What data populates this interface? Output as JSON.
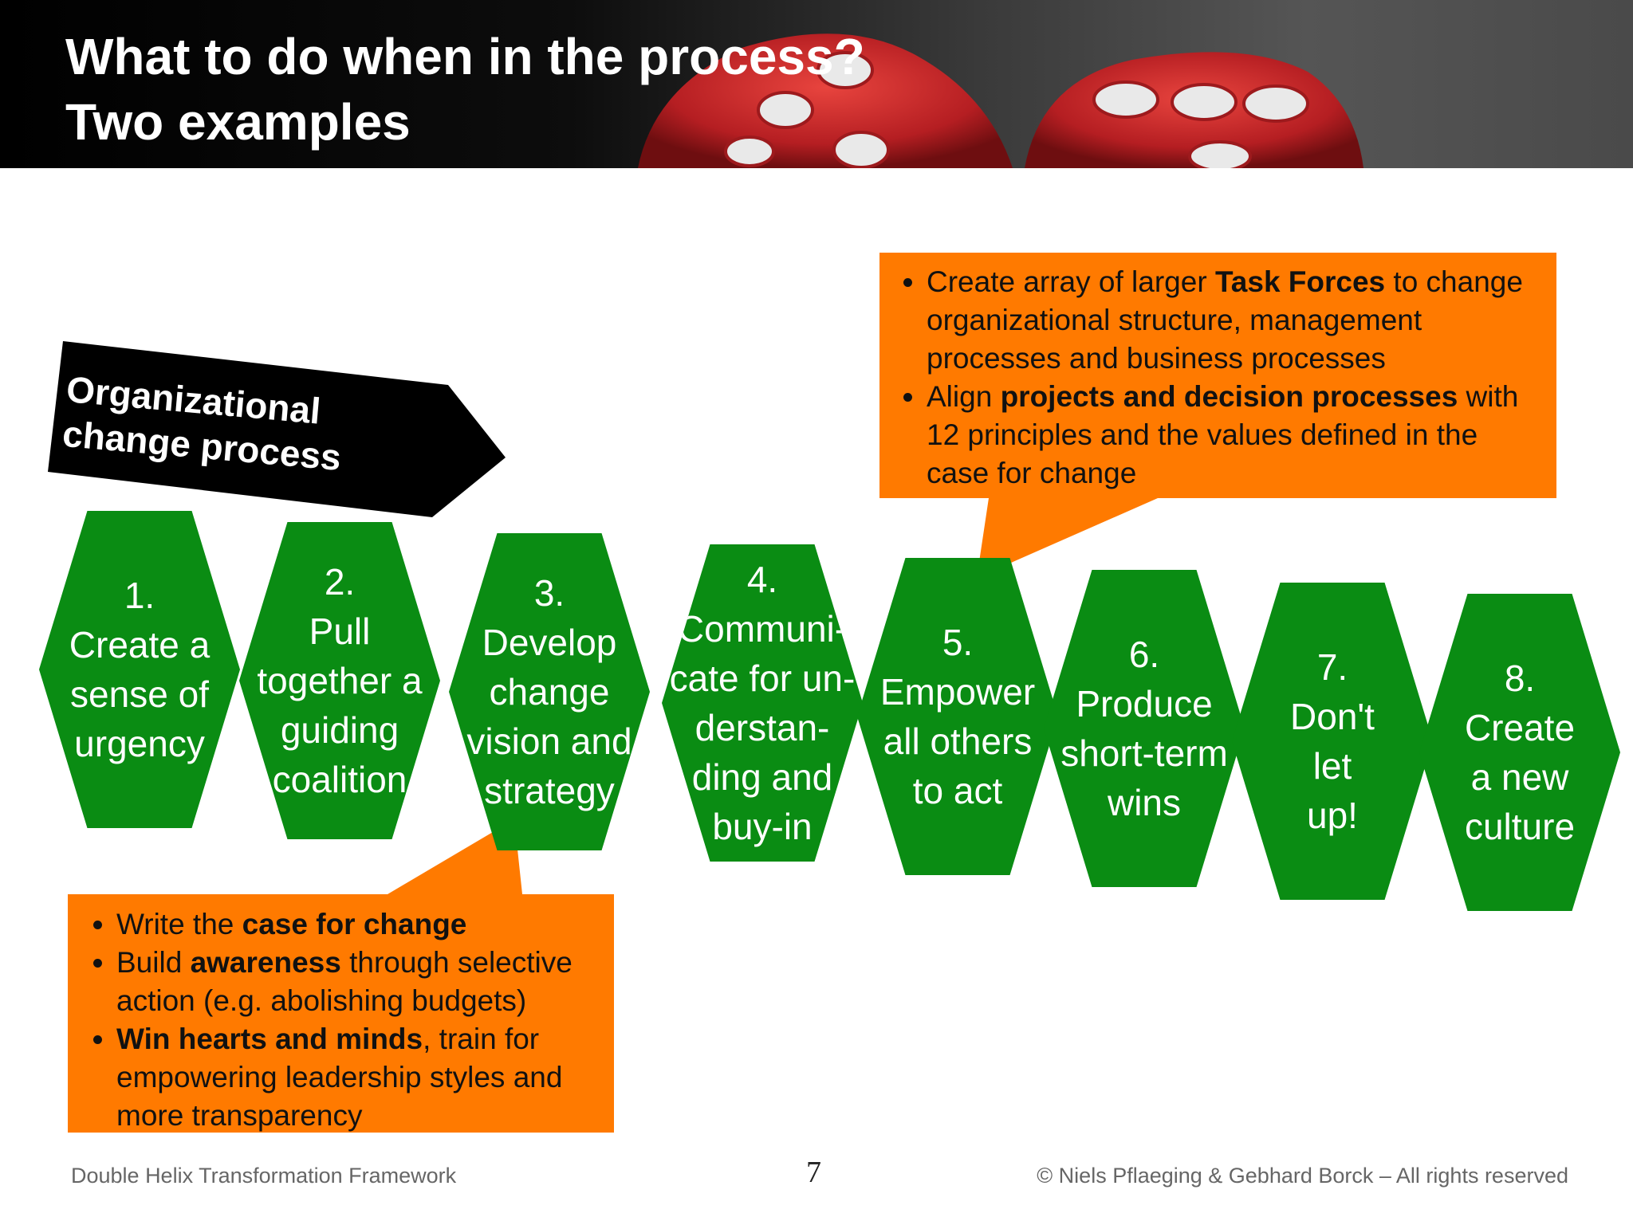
{
  "slide": {
    "title_line1": "What to do when in the process?",
    "title_line2": "Two examples"
  },
  "process_arrow": {
    "label_line1": "Organizational",
    "label_line2": "change process"
  },
  "steps": [
    {
      "num": "1.",
      "label": "Create a\nsense of\nurgency"
    },
    {
      "num": "2.",
      "label": "Pull\ntogether a\nguiding\ncoalition"
    },
    {
      "num": "3.",
      "label": "Develop\nchange\nvision and\nstrategy"
    },
    {
      "num": "4.",
      "label": "Communi-\ncate for un-\nderstan-\nding and\nbuy-in"
    },
    {
      "num": "5.",
      "label": "Empower\nall others\nto act"
    },
    {
      "num": "6.",
      "label": "Produce\nshort-term\nwins"
    },
    {
      "num": "7.",
      "label": "Don't\nlet\nup!"
    },
    {
      "num": "8.",
      "label": "Create\na new\nculture"
    }
  ],
  "callout_top": {
    "bullet1_pre": "Create array of larger ",
    "bullet1_bold": "Task Forces",
    "bullet1_post": " to change organizational structure, management processes and business processes",
    "bullet2_pre": "Align ",
    "bullet2_bold": "projects and decision processes",
    "bullet2_post": " with 12 principles and the values defined in the case for change"
  },
  "callout_bottom": {
    "bullet1_pre": "Write the ",
    "bullet1_bold": "case for change",
    "bullet2_pre": "Build ",
    "bullet2_bold": "awareness",
    "bullet2_post": " through selective action (e.g. abolishing budgets)",
    "bullet3_bold": "Win hearts and minds",
    "bullet3_post": ", train for empowering leadership styles and more transparency"
  },
  "footer": {
    "left": "Double Helix Transformation Framework",
    "page_number": "7",
    "right": "© Niels Pflaeging & Gebhard Borck – All rights reserved"
  },
  "colors": {
    "hex_green": "#0a8c13",
    "callout_orange": "#ff7a00",
    "banner_dark": "#000000",
    "dice_red": "#c8242a"
  },
  "icons": [
    "dice-image"
  ]
}
